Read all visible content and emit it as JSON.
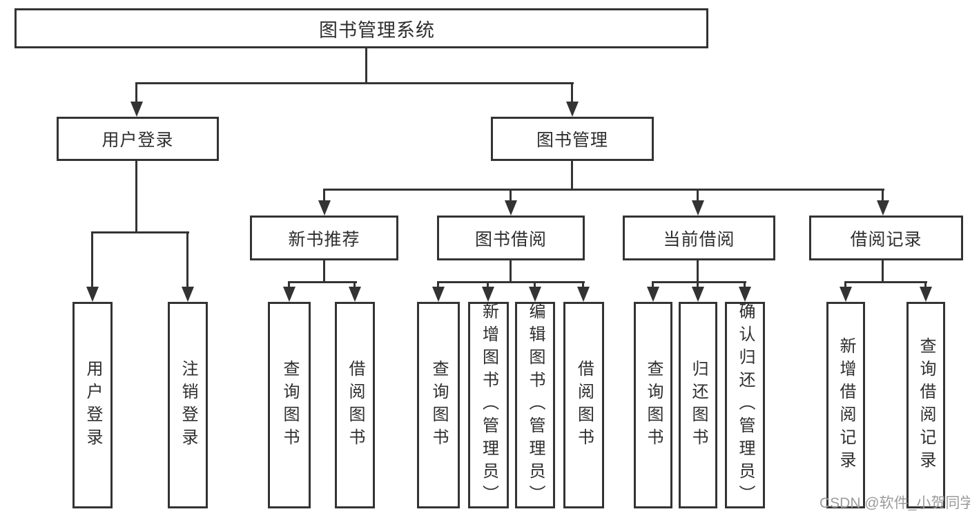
{
  "diagram": {
    "root": {
      "label": "图书管理系统"
    },
    "branches": [
      {
        "label": "用户登录",
        "children": [
          {
            "label": "用户登录"
          },
          {
            "label": "注销登录"
          }
        ]
      },
      {
        "label": "图书管理",
        "children": [
          {
            "label": "新书推荐",
            "children": [
              {
                "label": "查询图书"
              },
              {
                "label": "借阅图书"
              }
            ]
          },
          {
            "label": "图书借阅",
            "children": [
              {
                "label": "查询图书"
              },
              {
                "label": "新增图书（管理员）"
              },
              {
                "label": "编辑图书（管理员）"
              },
              {
                "label": "借阅图书"
              }
            ]
          },
          {
            "label": "当前借阅",
            "children": [
              {
                "label": "查询图书"
              },
              {
                "label": "归还图书"
              },
              {
                "label": "确认归还（管理员）"
              }
            ]
          },
          {
            "label": "借阅记录",
            "children": [
              {
                "label": "新增借阅记录"
              },
              {
                "label": "查询借阅记录"
              }
            ]
          }
        ]
      }
    ]
  },
  "watermark": {
    "text": "CSDN @软件_小贺同学"
  },
  "colors": {
    "line": "#333333",
    "text": "#2e2e2e",
    "boxbg": "#ffffff",
    "bg": "#ffffff",
    "watermark": "#9b9b9b"
  }
}
